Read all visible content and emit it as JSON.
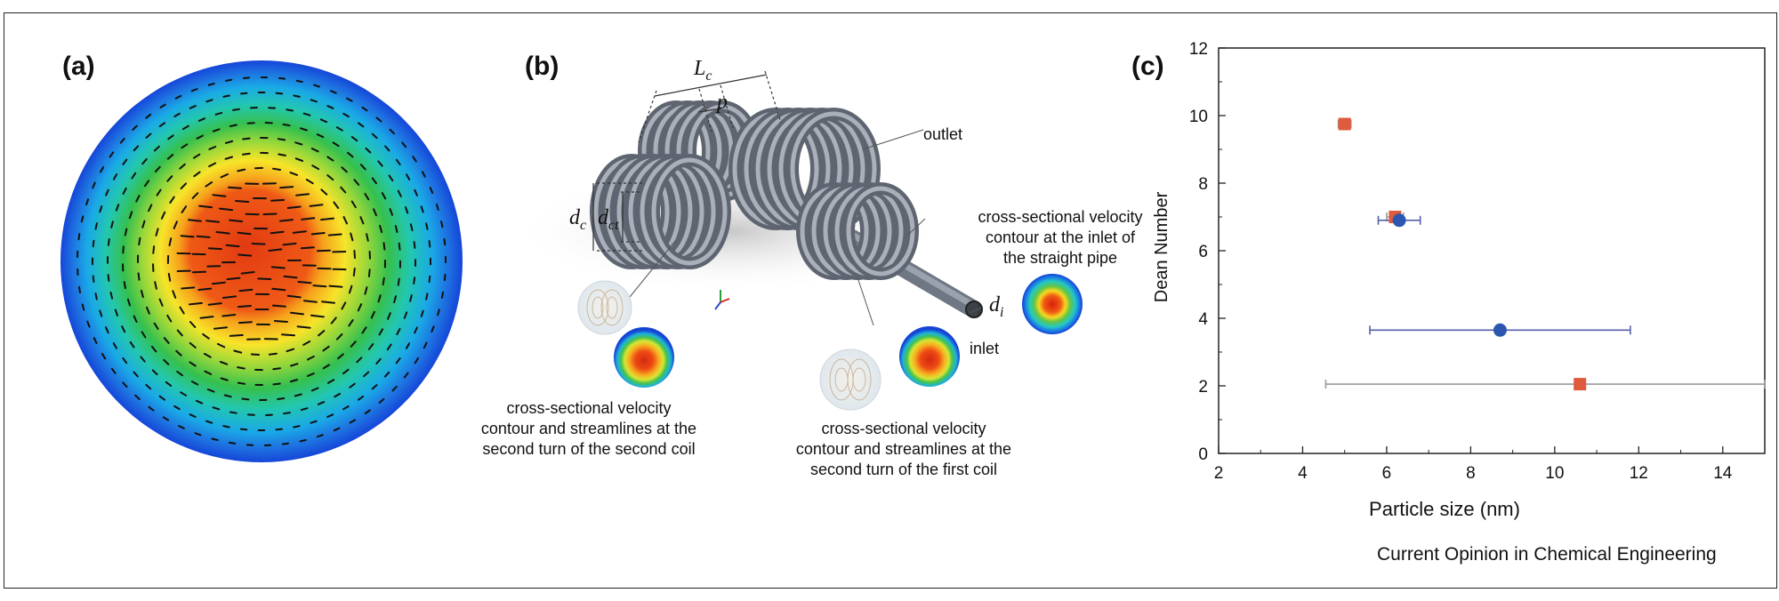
{
  "panels": {
    "a": {
      "label": "(a)"
    },
    "b": {
      "label": "(b)",
      "dim_Lc": "L",
      "dim_Lc_sub": "c",
      "dim_p": "p",
      "dim_dc": "d",
      "dim_dc_sub": "c",
      "dim_dct": "d",
      "dim_dct_sub": "ct",
      "dim_di": "d",
      "dim_di_sub": "i",
      "outlet": "outlet",
      "inlet": "inlet",
      "caption_inlet": "cross-sectional velocity\ncontour at the inlet of\nthe straight pipe",
      "caption_second_coil": "cross-sectional velocity\ncontour and streamlines at the\nsecond turn of the second coil",
      "caption_first_coil": "cross-sectional velocity\ncontour and streamlines at the\nsecond turn of the first coil"
    },
    "c": {
      "label": "(c)"
    }
  },
  "journal": "Current Opinion in Chemical Engineering",
  "chart_data": {
    "type": "scatter",
    "xlabel": "Particle size (nm)",
    "ylabel": "Dean Number",
    "xlim": [
      2,
      15
    ],
    "ylim": [
      0,
      12
    ],
    "xticks": [
      2,
      4,
      6,
      8,
      10,
      12,
      14
    ],
    "yticks": [
      0,
      2,
      4,
      6,
      8,
      10,
      12
    ],
    "grid": false,
    "series": [
      {
        "marker": "square",
        "color": "#e05a3c",
        "errorbar_color": "#9a9a9a",
        "points": [
          {
            "x": 5.0,
            "y": 9.75,
            "xerr": 0.15
          },
          {
            "x": 6.2,
            "y": 7.0,
            "xerr": 0.2
          },
          {
            "x": 10.6,
            "y": 2.05,
            "xerr_low": 6.05,
            "xerr_high": 4.4
          }
        ]
      },
      {
        "marker": "circle",
        "color": "#2b57b0",
        "errorbar_color": "#5560aa",
        "points": [
          {
            "x": 6.3,
            "y": 6.9,
            "xerr": 0.5
          },
          {
            "x": 8.7,
            "y": 3.65,
            "xerr_low": 3.1,
            "xerr_high": 3.1
          }
        ]
      }
    ]
  }
}
